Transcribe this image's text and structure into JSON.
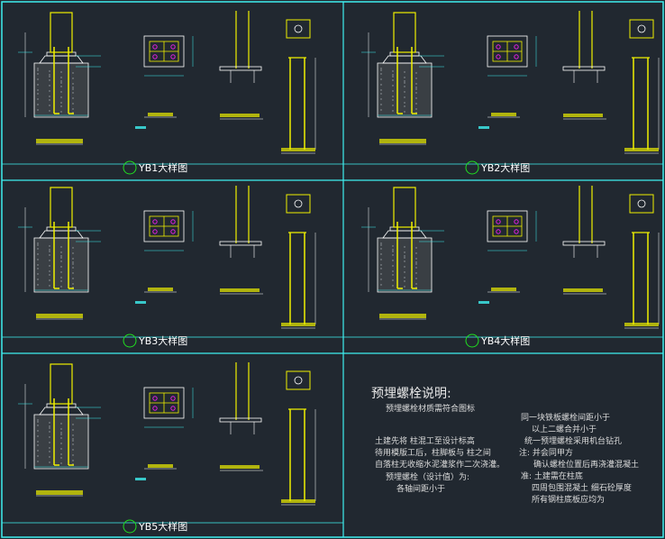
{
  "panels": [
    {
      "caption": "YB1大样图"
    },
    {
      "caption": "YB2大样图"
    },
    {
      "caption": "YB3大样图"
    },
    {
      "caption": "YB4大样图"
    },
    {
      "caption": "YB5大样图"
    }
  ],
  "notes": {
    "title": "预埋螺栓说明:",
    "lines": [
      "预埋螺栓材质需符合图标",
      "同一块铁板螺栓间距小于",
      "以上二螺合并小于",
      "土建先将 柱混工至设计标高",
      "待用模版工后，柱脚板与 柱之间",
      "自落柱无收缩水泥灌浆作二次浇灌。",
      "预埋螺栓（设计值）为:",
      "各轴间距小于",
      "统一预埋螺栓采用机台钻孔",
      "注: 并会同甲方",
      "确认螺栓位置后再浇灌混凝土",
      "准: 土建需在柱底",
      "四周包围混凝土 细石砼厚度",
      "所有钢柱底板应均为"
    ]
  },
  "colors": {
    "background": "#212830",
    "frame": "#3ff0f0",
    "bolt": "#f0f000",
    "magenta": "#e020e0",
    "green": "#20e020",
    "white": "#ffffff"
  }
}
